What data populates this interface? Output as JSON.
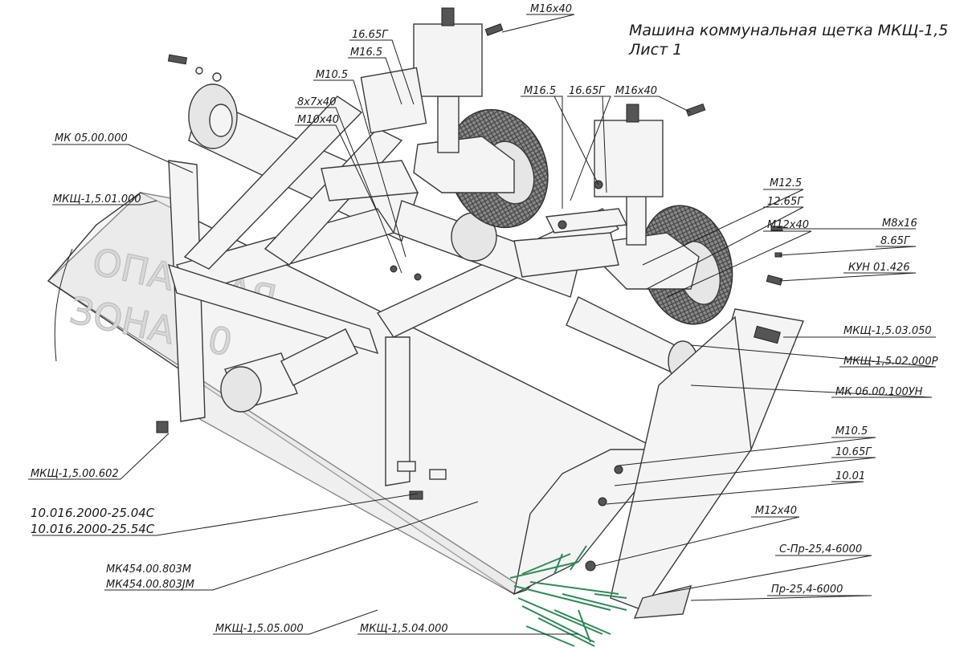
{
  "title": {
    "line1": "Машина коммунальная щетка МКЩ-1,5",
    "line2": "Лист 1"
  },
  "stamp": {
    "line1": "ОПАСНАЯ",
    "line2": "ЗОНА 10"
  },
  "labels": {
    "m16x40_top": "М16х40",
    "g16_65_left": "16.65Г",
    "m16_5_left": "М16.5",
    "m10_5_top": "М10.5",
    "pin_8x7x40": "8х7х40",
    "m10x40": "М10х40",
    "m16_5_mid": "М16.5",
    "g16_65_mid": "16.65Г",
    "m16x40_mid": "М16х40",
    "mk0500000": "МК 05.00.000",
    "mksch01000": "МКЩ-1,5.01.000",
    "m12_5": "М12.5",
    "g12_65": "12.65Г",
    "m12x40_right": "М12х40",
    "m8x16": "М8х16",
    "g8_65": "8.65Г",
    "kun01426": "КУН 01.426",
    "mksch03050": "МКЩ-1,5.03.050",
    "mksch02000r": "МКЩ-1,5.02.000Р",
    "mk0600100un": "МК 06.00.100УН",
    "m10_5_bottom": "М10.5",
    "g10_65": "10.65Г",
    "w10_01": "10.01",
    "m12x40_bottom": "М12х40",
    "spr": "С-Пр-25,4-6000",
    "pr": "Пр-25,4-6000",
    "mksch00602": "МКЩ-1,5.00.602",
    "code_a": "10.016.2000-25.04С",
    "code_b": "10.016.2000-25.54С",
    "mk454_m": "МК454.00.803М",
    "mk454_jm": "МК454.00.803ЈМ",
    "mksch05000": "МКЩ-1,5.05.000",
    "mksch04000": "МКЩ-1,5.04.000"
  },
  "colors": {
    "bristles": "#2e8b57",
    "outline": "#3a3a3a",
    "body": "#f4f4f4"
  }
}
